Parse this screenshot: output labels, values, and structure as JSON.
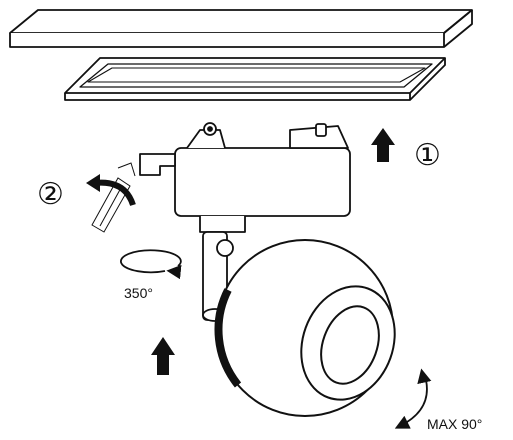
{
  "diagram": {
    "steps": [
      {
        "number": "①",
        "action": "push-up-arrow"
      },
      {
        "number": "②",
        "action": "rotate-lever-arrow"
      }
    ],
    "rotation_label": "350°",
    "tilt_label": "MAX 90°",
    "colors": {
      "line": "#111111",
      "background": "#ffffff",
      "fill": "#ffffff"
    },
    "icons": [
      "up-arrow-icon",
      "curved-arrow-icon",
      "hand-pointer-icon",
      "rotation-ellipse-icon",
      "tilt-arc-icon"
    ]
  }
}
